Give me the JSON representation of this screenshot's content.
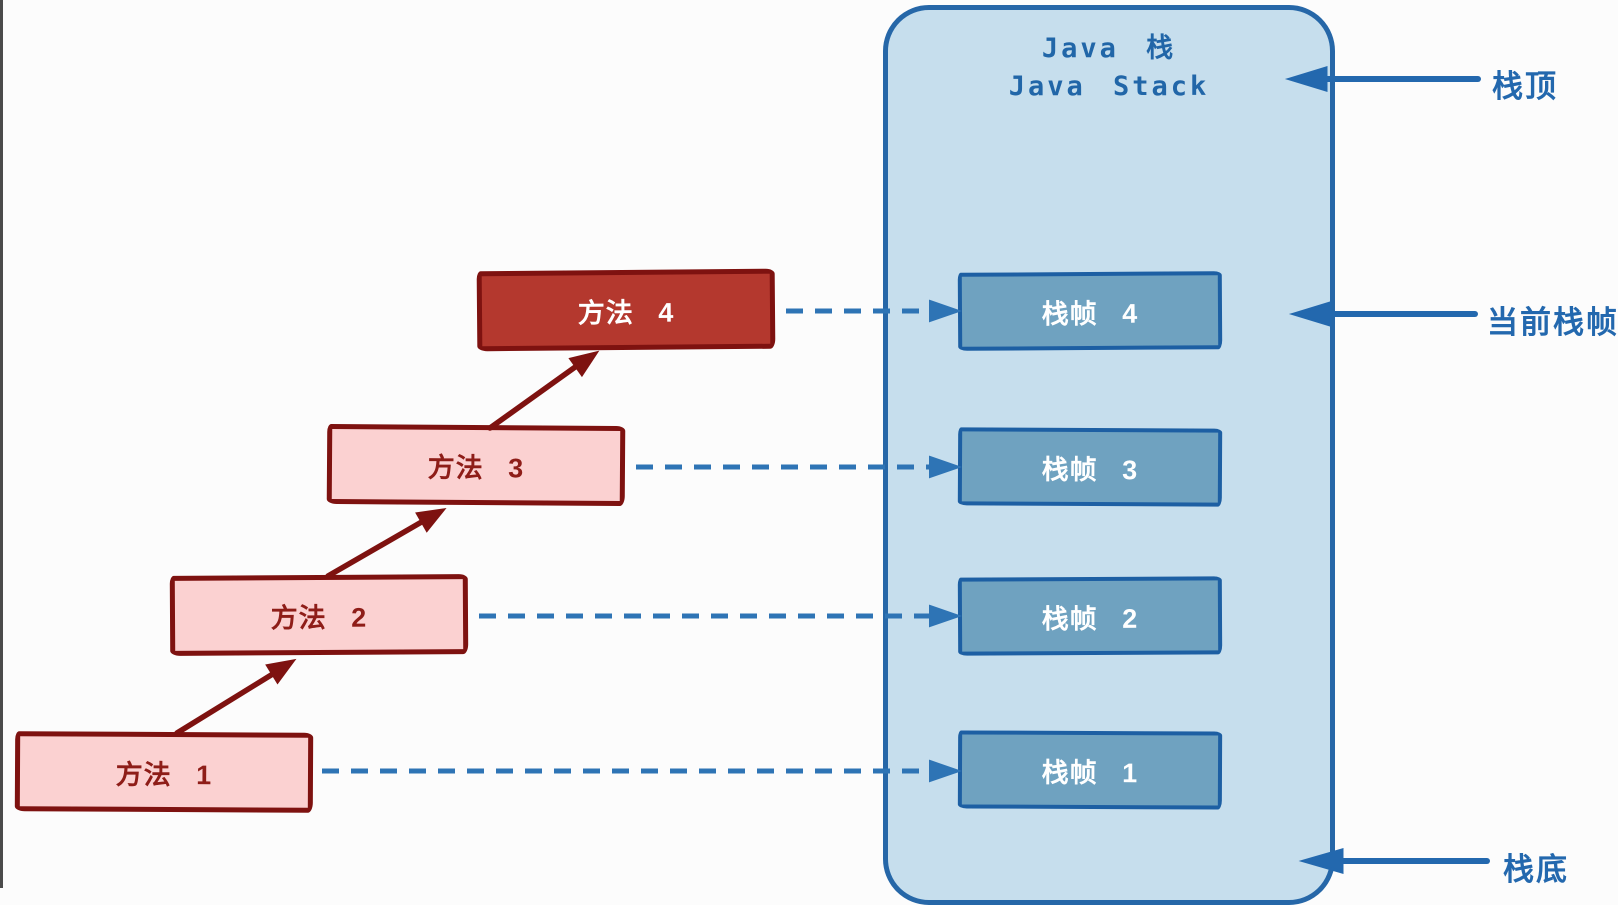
{
  "stack_container": {
    "title_line1": "Java 栈",
    "title_line2": "Java Stack",
    "fill": "#C6DEED",
    "border_color": "#2667A8",
    "frames": [
      {
        "label": "栈帧 1"
      },
      {
        "label": "栈帧 2"
      },
      {
        "label": "栈帧 3"
      },
      {
        "label": "栈帧 4"
      }
    ],
    "frame_fill": "#6FA2C0",
    "frame_border_color": "#1D5FA3",
    "frame_text_color": "#FFFFFF"
  },
  "methods": {
    "items": [
      {
        "label": "方法 1",
        "state": "inactive"
      },
      {
        "label": "方法 2",
        "state": "inactive"
      },
      {
        "label": "方法 3",
        "state": "inactive"
      },
      {
        "label": "方法 4",
        "state": "active"
      }
    ],
    "inactive_fill": "#FBD1D1",
    "active_fill": "#B4382E",
    "border_color": "#7E1210",
    "inactive_text_color": "#8E1D18",
    "active_text_color": "#FFFFFF"
  },
  "annotations": {
    "stack_top": "栈顶",
    "current_frame": "当前栈帧",
    "stack_bottom": "栈底",
    "text_color": "#2368AE"
  },
  "arrows": {
    "call_arrow_color": "#7E1210",
    "mapping_arrow_color": "#2E74B5",
    "pointer_arrow_color": "#2368AE"
  }
}
